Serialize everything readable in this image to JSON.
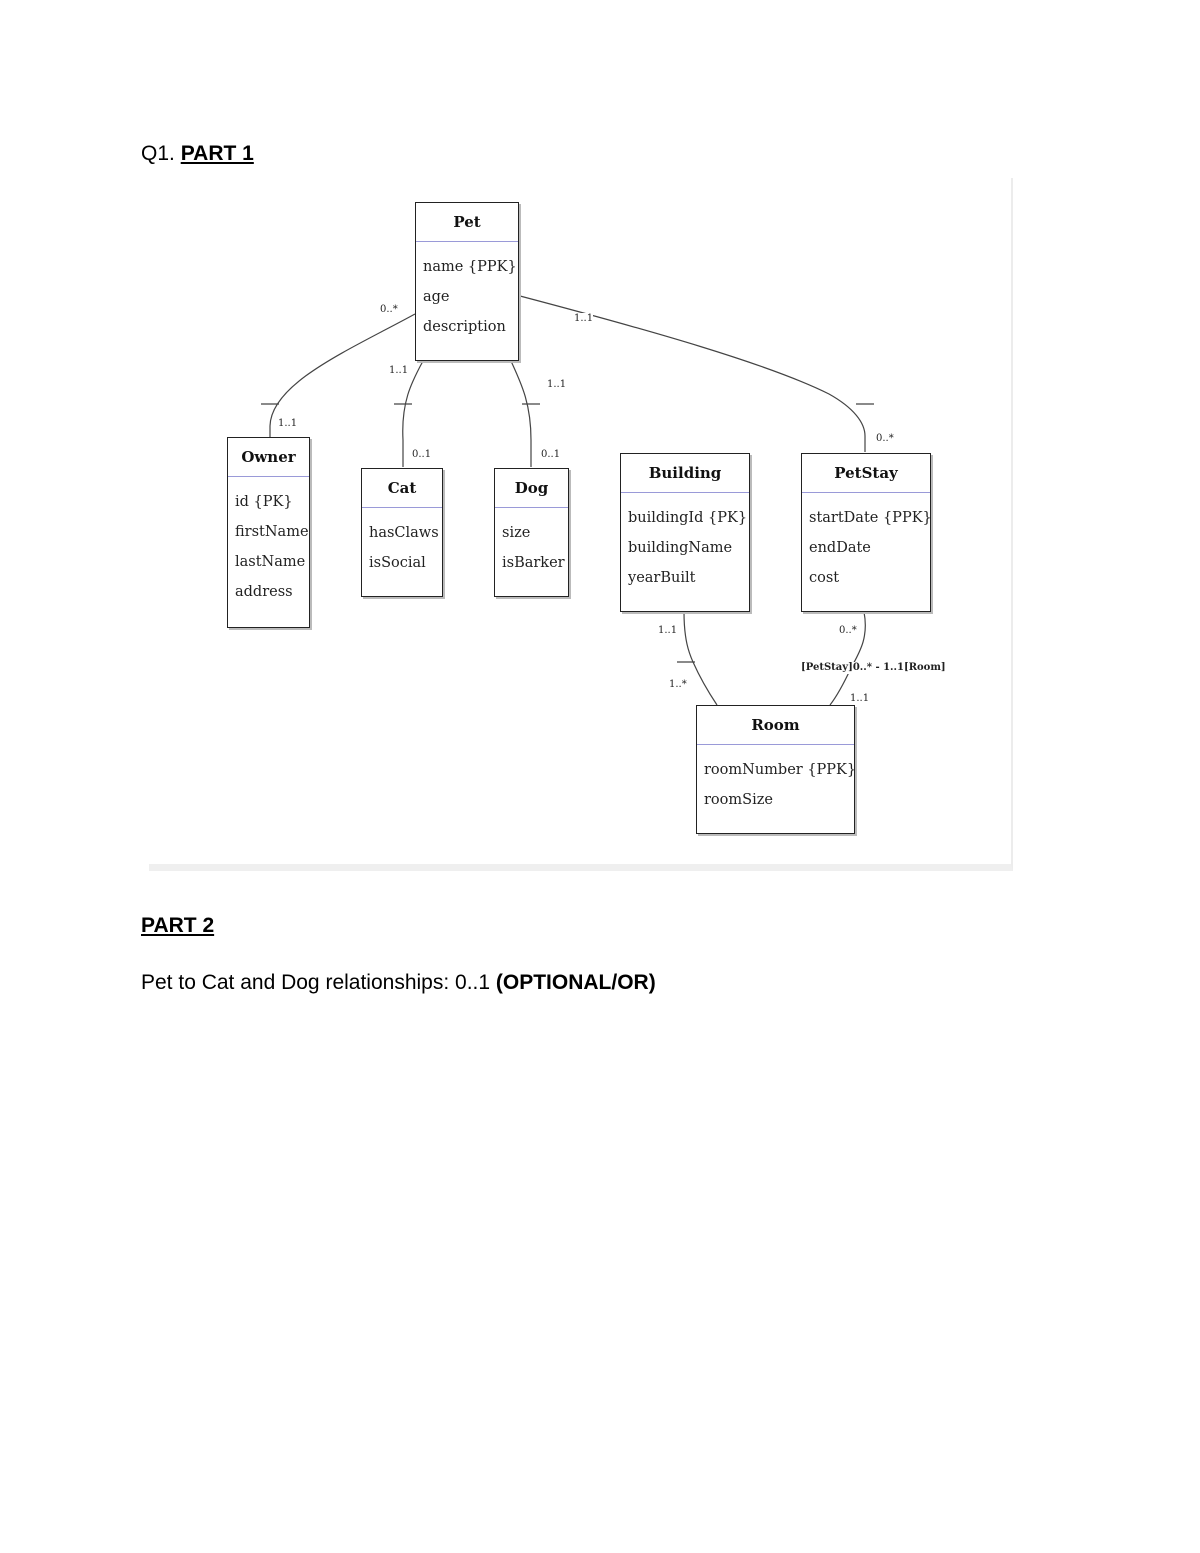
{
  "document": {
    "question_prefix": "Q1.",
    "part1_heading": "PART 1",
    "part2_heading": "PART 2",
    "part2_text": "Pet to Cat and Dog relationships: 0..1",
    "part2_emphasis": "(OPTIONAL/OR)"
  },
  "diagram": {
    "entities": {
      "pet": {
        "name": "Pet",
        "attributes": [
          "name {PPK}",
          "age",
          "description"
        ]
      },
      "owner": {
        "name": "Owner",
        "attributes": [
          "id {PK}",
          "firstName",
          "lastName",
          "address"
        ]
      },
      "cat": {
        "name": "Cat",
        "attributes": [
          "hasClaws",
          "isSocial"
        ]
      },
      "dog": {
        "name": "Dog",
        "attributes": [
          "size",
          "isBarker"
        ]
      },
      "building": {
        "name": "Building",
        "attributes": [
          "buildingId {PK}",
          "buildingName",
          "yearBuilt"
        ]
      },
      "petstay": {
        "name": "PetStay",
        "attributes": [
          "startDate {PPK}",
          "endDate",
          "cost"
        ]
      },
      "room": {
        "name": "Room",
        "attributes": [
          "roomNumber {PPK}",
          "roomSize"
        ]
      }
    },
    "multiplicities": {
      "pet_owner_pet": "0..*",
      "pet_owner_owner": "1..1",
      "pet_cat_pet": "1..1",
      "pet_cat_cat": "0..1",
      "pet_dog_pet": "1..1",
      "pet_dog_dog": "0..1",
      "pet_petstay_pet": "1..1",
      "pet_petstay_petstay": "0..*",
      "building_room_building": "1..1",
      "building_room_room": "1..*",
      "petstay_room_petstay": "0..*",
      "petstay_room_label": "[PetStay]0..* - 1..1[Room]",
      "petstay_room_room": "1..1"
    }
  }
}
